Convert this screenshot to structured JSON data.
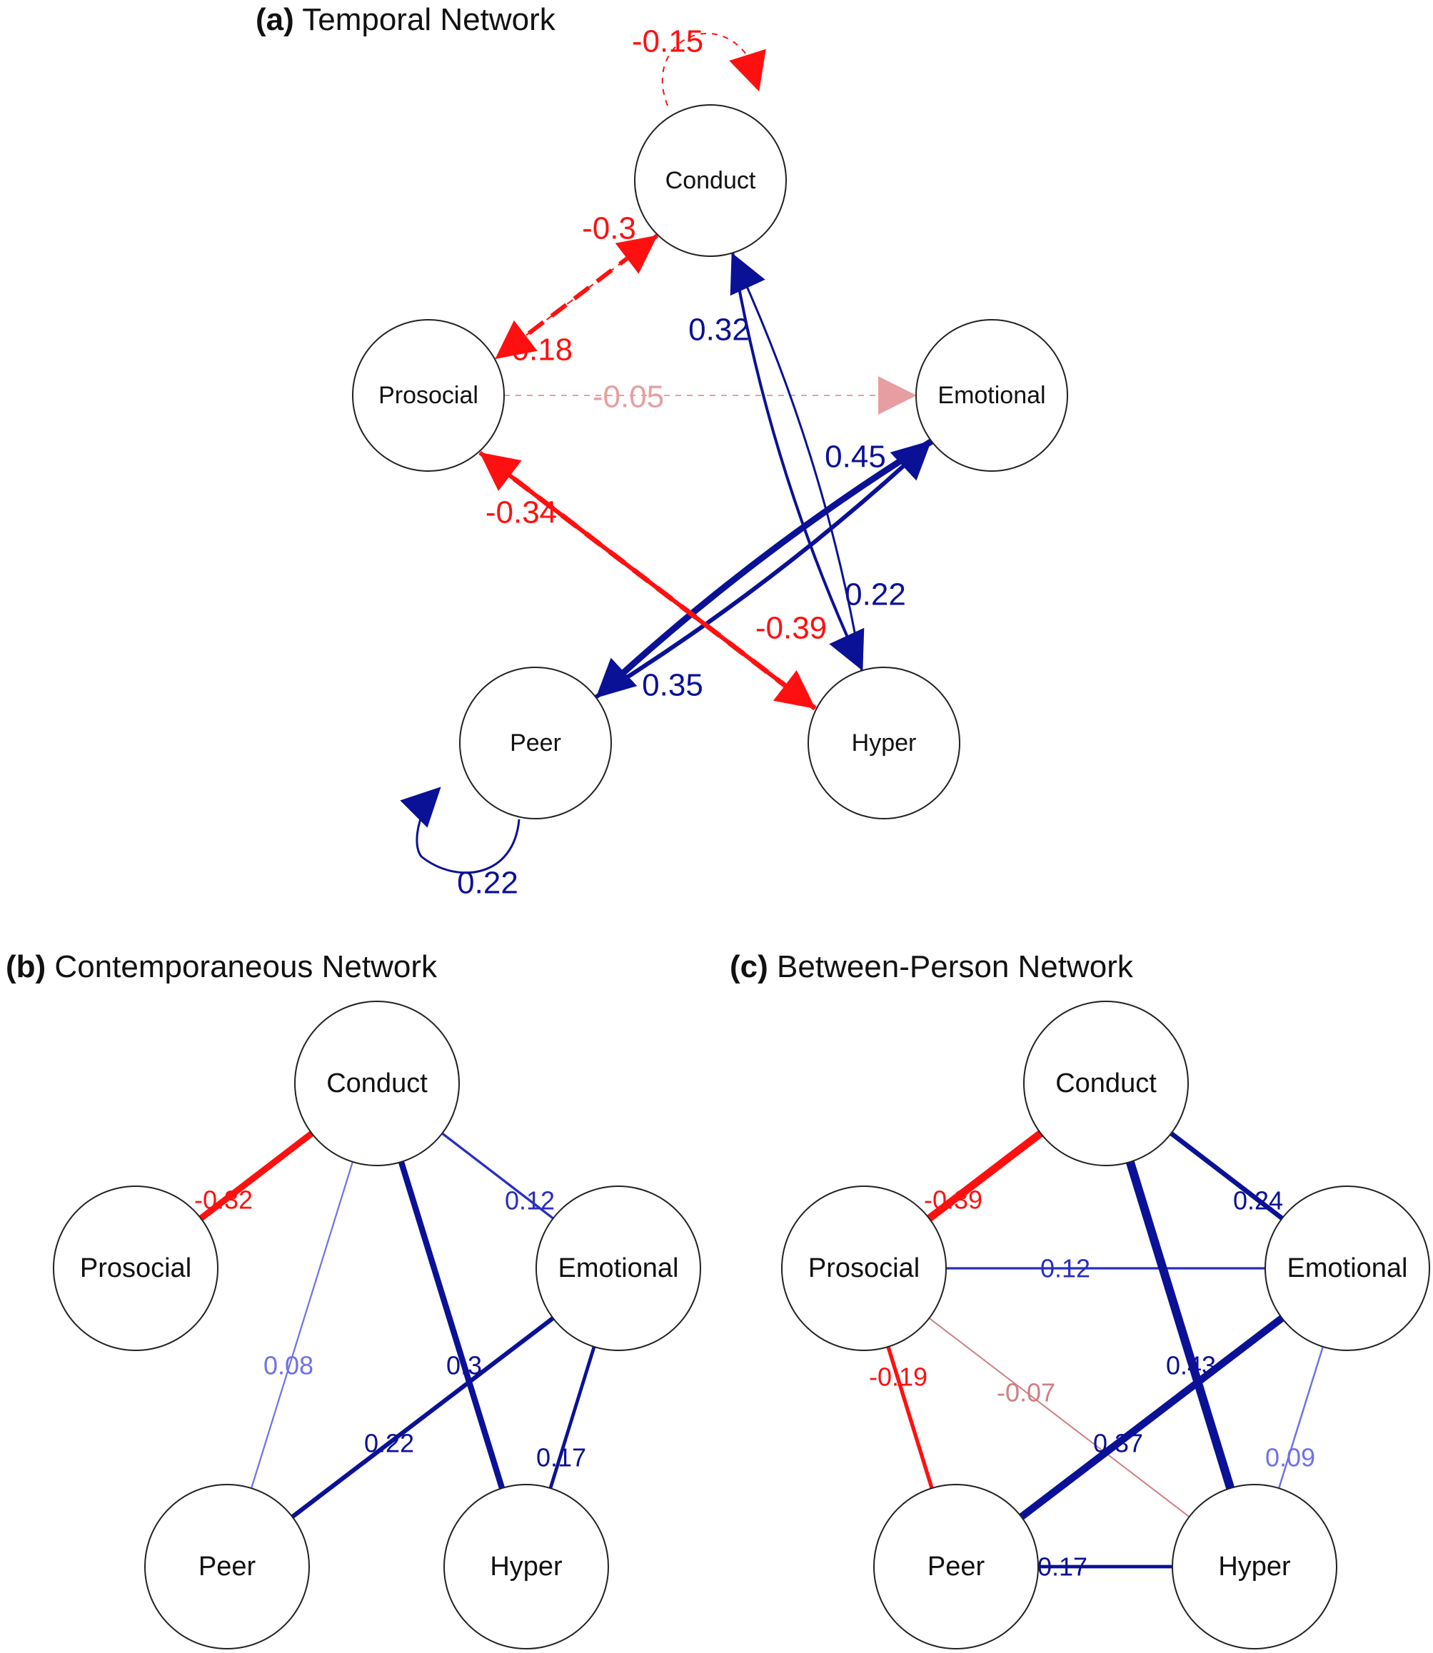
{
  "colors": {
    "positive": "#0b1196",
    "positive_light": "#6f72e6",
    "positive_mid": "#2a2fc0",
    "negative": "#ff1010",
    "negative_light": "#e79ea0",
    "negative_mid": "#cf7f83"
  },
  "panels": [
    {
      "key": "a",
      "letter": "(a)",
      "title": "Temporal Network",
      "nodes": [
        {
          "id": "Conduct",
          "label": "Conduct"
        },
        {
          "id": "Prosocial",
          "label": "Prosocial"
        },
        {
          "id": "Emotional",
          "label": "Emotional"
        },
        {
          "id": "Peer",
          "label": "Peer"
        },
        {
          "id": "Hyper",
          "label": "Hyper"
        }
      ],
      "edges": [
        {
          "from": "Conduct",
          "to": "Conduct",
          "weight": -0.15,
          "label": "-0.15",
          "directed": true
        },
        {
          "from": "Conduct",
          "to": "Prosocial",
          "weight": -0.3,
          "label": "-0.3",
          "directed": true
        },
        {
          "from": "Prosocial",
          "to": "Conduct",
          "weight": -0.18,
          "label": "-0.18",
          "directed": true
        },
        {
          "from": "Prosocial",
          "to": "Emotional",
          "weight": -0.05,
          "label": "-0.05",
          "directed": true
        },
        {
          "from": "Conduct",
          "to": "Hyper",
          "weight": 0.32,
          "label": "0.32",
          "directed": true
        },
        {
          "from": "Hyper",
          "to": "Conduct",
          "weight": 0.22,
          "label": "0.22",
          "directed": true
        },
        {
          "from": "Emotional",
          "to": "Peer",
          "weight": 0.45,
          "label": "0.45",
          "directed": true
        },
        {
          "from": "Peer",
          "to": "Emotional",
          "weight": 0.35,
          "label": "0.35",
          "directed": true
        },
        {
          "from": "Prosocial",
          "to": "Hyper",
          "weight": -0.34,
          "label": "-0.34",
          "directed": true
        },
        {
          "from": "Hyper",
          "to": "Prosocial",
          "weight": -0.39,
          "label": "-0.39",
          "directed": true
        },
        {
          "from": "Peer",
          "to": "Peer",
          "weight": 0.22,
          "label": "0.22",
          "directed": true
        }
      ]
    },
    {
      "key": "b",
      "letter": "(b)",
      "title": "Contemporaneous Network",
      "nodes": [
        {
          "id": "Conduct",
          "label": "Conduct"
        },
        {
          "id": "Prosocial",
          "label": "Prosocial"
        },
        {
          "id": "Emotional",
          "label": "Emotional"
        },
        {
          "id": "Peer",
          "label": "Peer"
        },
        {
          "id": "Hyper",
          "label": "Hyper"
        }
      ],
      "edges": [
        {
          "from": "Conduct",
          "to": "Prosocial",
          "weight": -0.32,
          "label": "-0.32"
        },
        {
          "from": "Conduct",
          "to": "Emotional",
          "weight": 0.12,
          "label": "0.12"
        },
        {
          "from": "Conduct",
          "to": "Peer",
          "weight": 0.08,
          "label": "0.08"
        },
        {
          "from": "Conduct",
          "to": "Hyper",
          "weight": 0.3,
          "label": "0.3"
        },
        {
          "from": "Emotional",
          "to": "Peer",
          "weight": 0.22,
          "label": "0.22"
        },
        {
          "from": "Emotional",
          "to": "Hyper",
          "weight": 0.17,
          "label": "0.17"
        }
      ]
    },
    {
      "key": "c",
      "letter": "(c)",
      "title": "Between-Person Network",
      "nodes": [
        {
          "id": "Conduct",
          "label": "Conduct"
        },
        {
          "id": "Prosocial",
          "label": "Prosocial"
        },
        {
          "id": "Emotional",
          "label": "Emotional"
        },
        {
          "id": "Peer",
          "label": "Peer"
        },
        {
          "id": "Hyper",
          "label": "Hyper"
        }
      ],
      "edges": [
        {
          "from": "Conduct",
          "to": "Prosocial",
          "weight": -0.39,
          "label": "-0.39"
        },
        {
          "from": "Conduct",
          "to": "Emotional",
          "weight": 0.24,
          "label": "0.24"
        },
        {
          "from": "Prosocial",
          "to": "Emotional",
          "weight": 0.12,
          "label": "0.12"
        },
        {
          "from": "Prosocial",
          "to": "Peer",
          "weight": -0.19,
          "label": "-0.19"
        },
        {
          "from": "Prosocial",
          "to": "Hyper",
          "weight": -0.07,
          "label": "-0.07"
        },
        {
          "from": "Conduct",
          "to": "Hyper",
          "weight": 0.43,
          "label": "0.43"
        },
        {
          "from": "Emotional",
          "to": "Peer",
          "weight": 0.37,
          "label": "0.37"
        },
        {
          "from": "Emotional",
          "to": "Hyper",
          "weight": 0.09,
          "label": "0.09"
        },
        {
          "from": "Peer",
          "to": "Hyper",
          "weight": 0.17,
          "label": "0.17"
        }
      ]
    }
  ]
}
